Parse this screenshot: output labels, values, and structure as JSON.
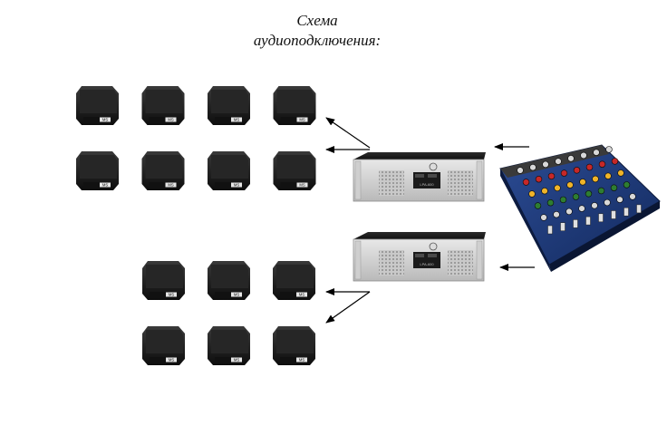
{
  "title": {
    "line1": "Схема",
    "line2": "аудиоподключения:"
  },
  "diagram": {
    "speaker_groups": [
      {
        "name": "group-1",
        "rows": 2,
        "cols": 4,
        "count": 8
      },
      {
        "name": "group-2",
        "rows": 2,
        "cols": 3,
        "count": 6
      }
    ],
    "amplifiers": 2,
    "mixer": 1,
    "speaker_badge": "MS",
    "amp_model": "LPA-600",
    "colors": {
      "speaker": "#1a1a1a",
      "amp_body": "#d4d4d4",
      "mixer_body": "#1e3a7a",
      "arrow": "#000000"
    },
    "icons": [
      "speaker-icon",
      "amplifier-icon",
      "mixer-icon",
      "arrow-icon"
    ]
  }
}
